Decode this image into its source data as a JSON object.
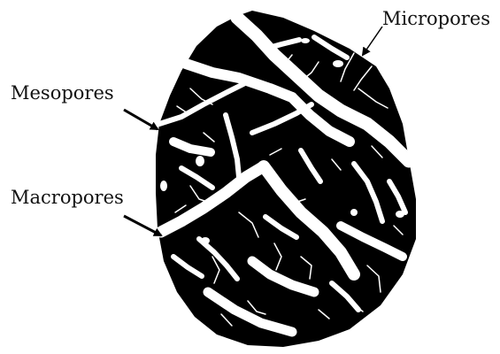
{
  "labels": {
    "micropores": "Micropores",
    "mesopores": "Mesopores",
    "macropores": "Macropores"
  },
  "colors": {
    "particle": "#000000",
    "pore": "#ffffff",
    "text": "#111111",
    "background": "#ffffff"
  },
  "icons": {
    "arrow": "arrow-icon"
  }
}
